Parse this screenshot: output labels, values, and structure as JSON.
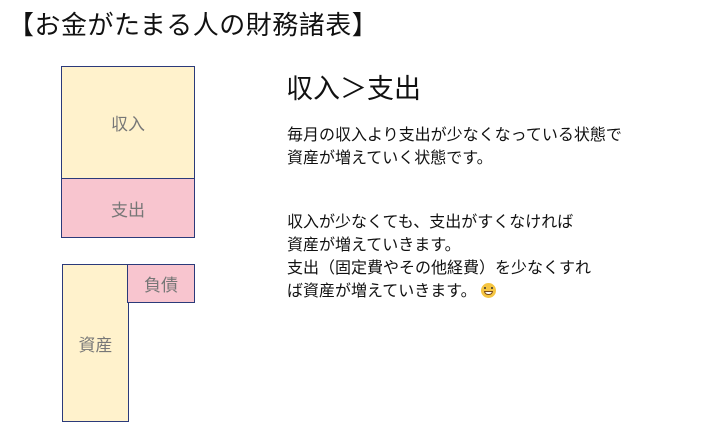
{
  "title": "【お金がたまる人の財務諸表】",
  "diagram": {
    "income_label": "収入",
    "expense_label": "支出",
    "asset_label": "資産",
    "liability_label": "負債",
    "colors": {
      "income": "#fff2cc",
      "expense": "#f8c5cf",
      "asset": "#fff2cc",
      "liability": "#f8c5cf",
      "border": "#2b3a7a"
    }
  },
  "explanation": {
    "heading": "収入＞支出",
    "paragraph1": [
      "毎月の収入より支出が少なくなっている状態で",
      "資産が増えていく状態です。"
    ],
    "paragraph2": [
      "収入が少なくても、支出がすくなければ",
      "資産が増えていきます。",
      "支出（固定費やその他経費）を少なくすれ",
      "ば資産が増えていきます。"
    ],
    "emoji_icon": "grinning-face-icon"
  }
}
